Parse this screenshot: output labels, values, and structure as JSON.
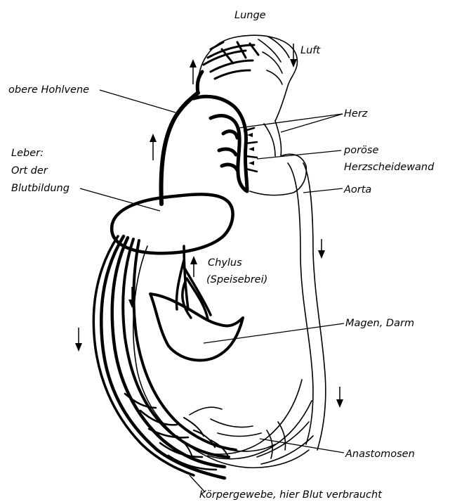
{
  "labels": {
    "lung": "Lunge",
    "air": "Luft",
    "superior_vena_cava": "obere Hohlvene",
    "heart": "Herz",
    "porous_septum_1": "poröse",
    "porous_septum_2": "Herzscheidewand",
    "aorta": "Aorta",
    "liver_1": "Leber:",
    "liver_2": "Ort der",
    "liver_3": "Blutbildung",
    "chyle_1": "Chylus",
    "chyle_2": "(Speisebrei)",
    "stomach": "Magen, Darm",
    "anastomoses": "Anastomosen",
    "tissue": "Körpergewebe, hier Blut verbraucht"
  }
}
